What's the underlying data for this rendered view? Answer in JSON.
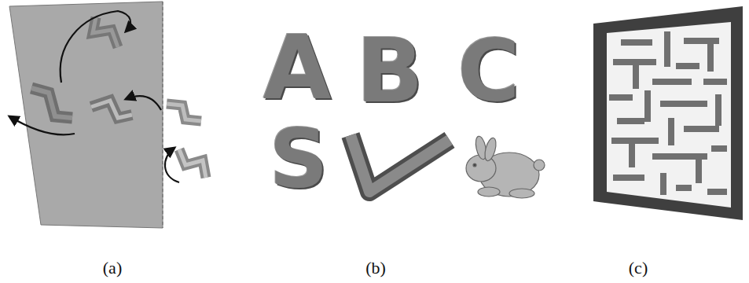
{
  "diagram": {
    "labels": [
      "A",
      "B",
      "C",
      "S",
      "(a)",
      "(b)",
      "(c)"
    ]
  }
}
